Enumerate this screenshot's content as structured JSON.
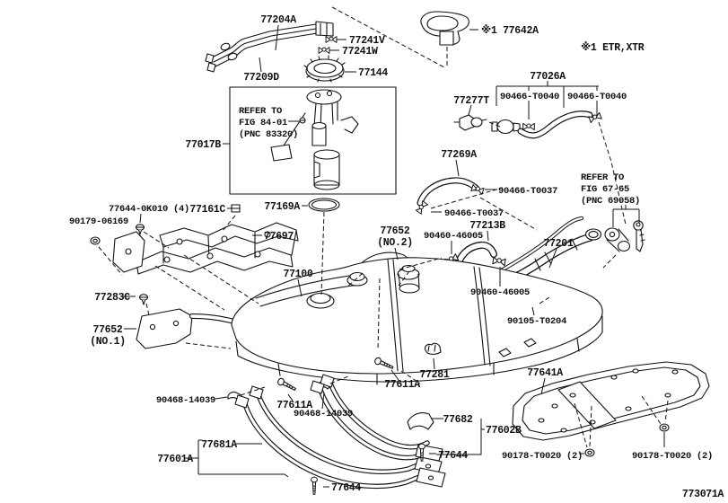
{
  "figure": {
    "code": "773071A",
    "note": "※1 ETR,XTR"
  },
  "parts": {
    "77204A": "77204A",
    "77241V": "77241V",
    "77241W": "77241W",
    "77209D": "77209D",
    "77144": "77144",
    "77642A": "※1 77642A",
    "77026A": "77026A",
    "90466_T0040": "90466-T0040",
    "77277T": "77277T",
    "77017B": "77017B",
    "77169A": "77169A",
    "77269A": "77269A",
    "90466_T0037": "90466-T0037",
    "77213B": "77213B",
    "90460_46005": "90460-46005",
    "77201": "77201",
    "90105_T0204": "90105-T0204",
    "77644_0K010": "77644-0K010 (4)",
    "90179_06169": "90179-06169",
    "77161C": "77161C",
    "77697": "77697",
    "77283C": "77283C",
    "77652": "77652",
    "NO1": "(NO.1)",
    "NO2": "(NO.2)",
    "77100": "77100",
    "77281": "77281",
    "77611A": "77611A",
    "90468_14039": "90468-14039",
    "77681A": "77681A",
    "77601A": "77601A",
    "77644": "77644",
    "77682": "77682",
    "77602B": "77602B",
    "77641A": "77641A",
    "90178_T0020": "90178-T0020 (2)"
  },
  "refs": {
    "fig8401": [
      "REFER TO",
      "FIG 84-01",
      "(PNC 83320)"
    ],
    "fig6765": [
      "REFER TO",
      "FIG 67-65",
      "(PNC 69058)"
    ]
  }
}
